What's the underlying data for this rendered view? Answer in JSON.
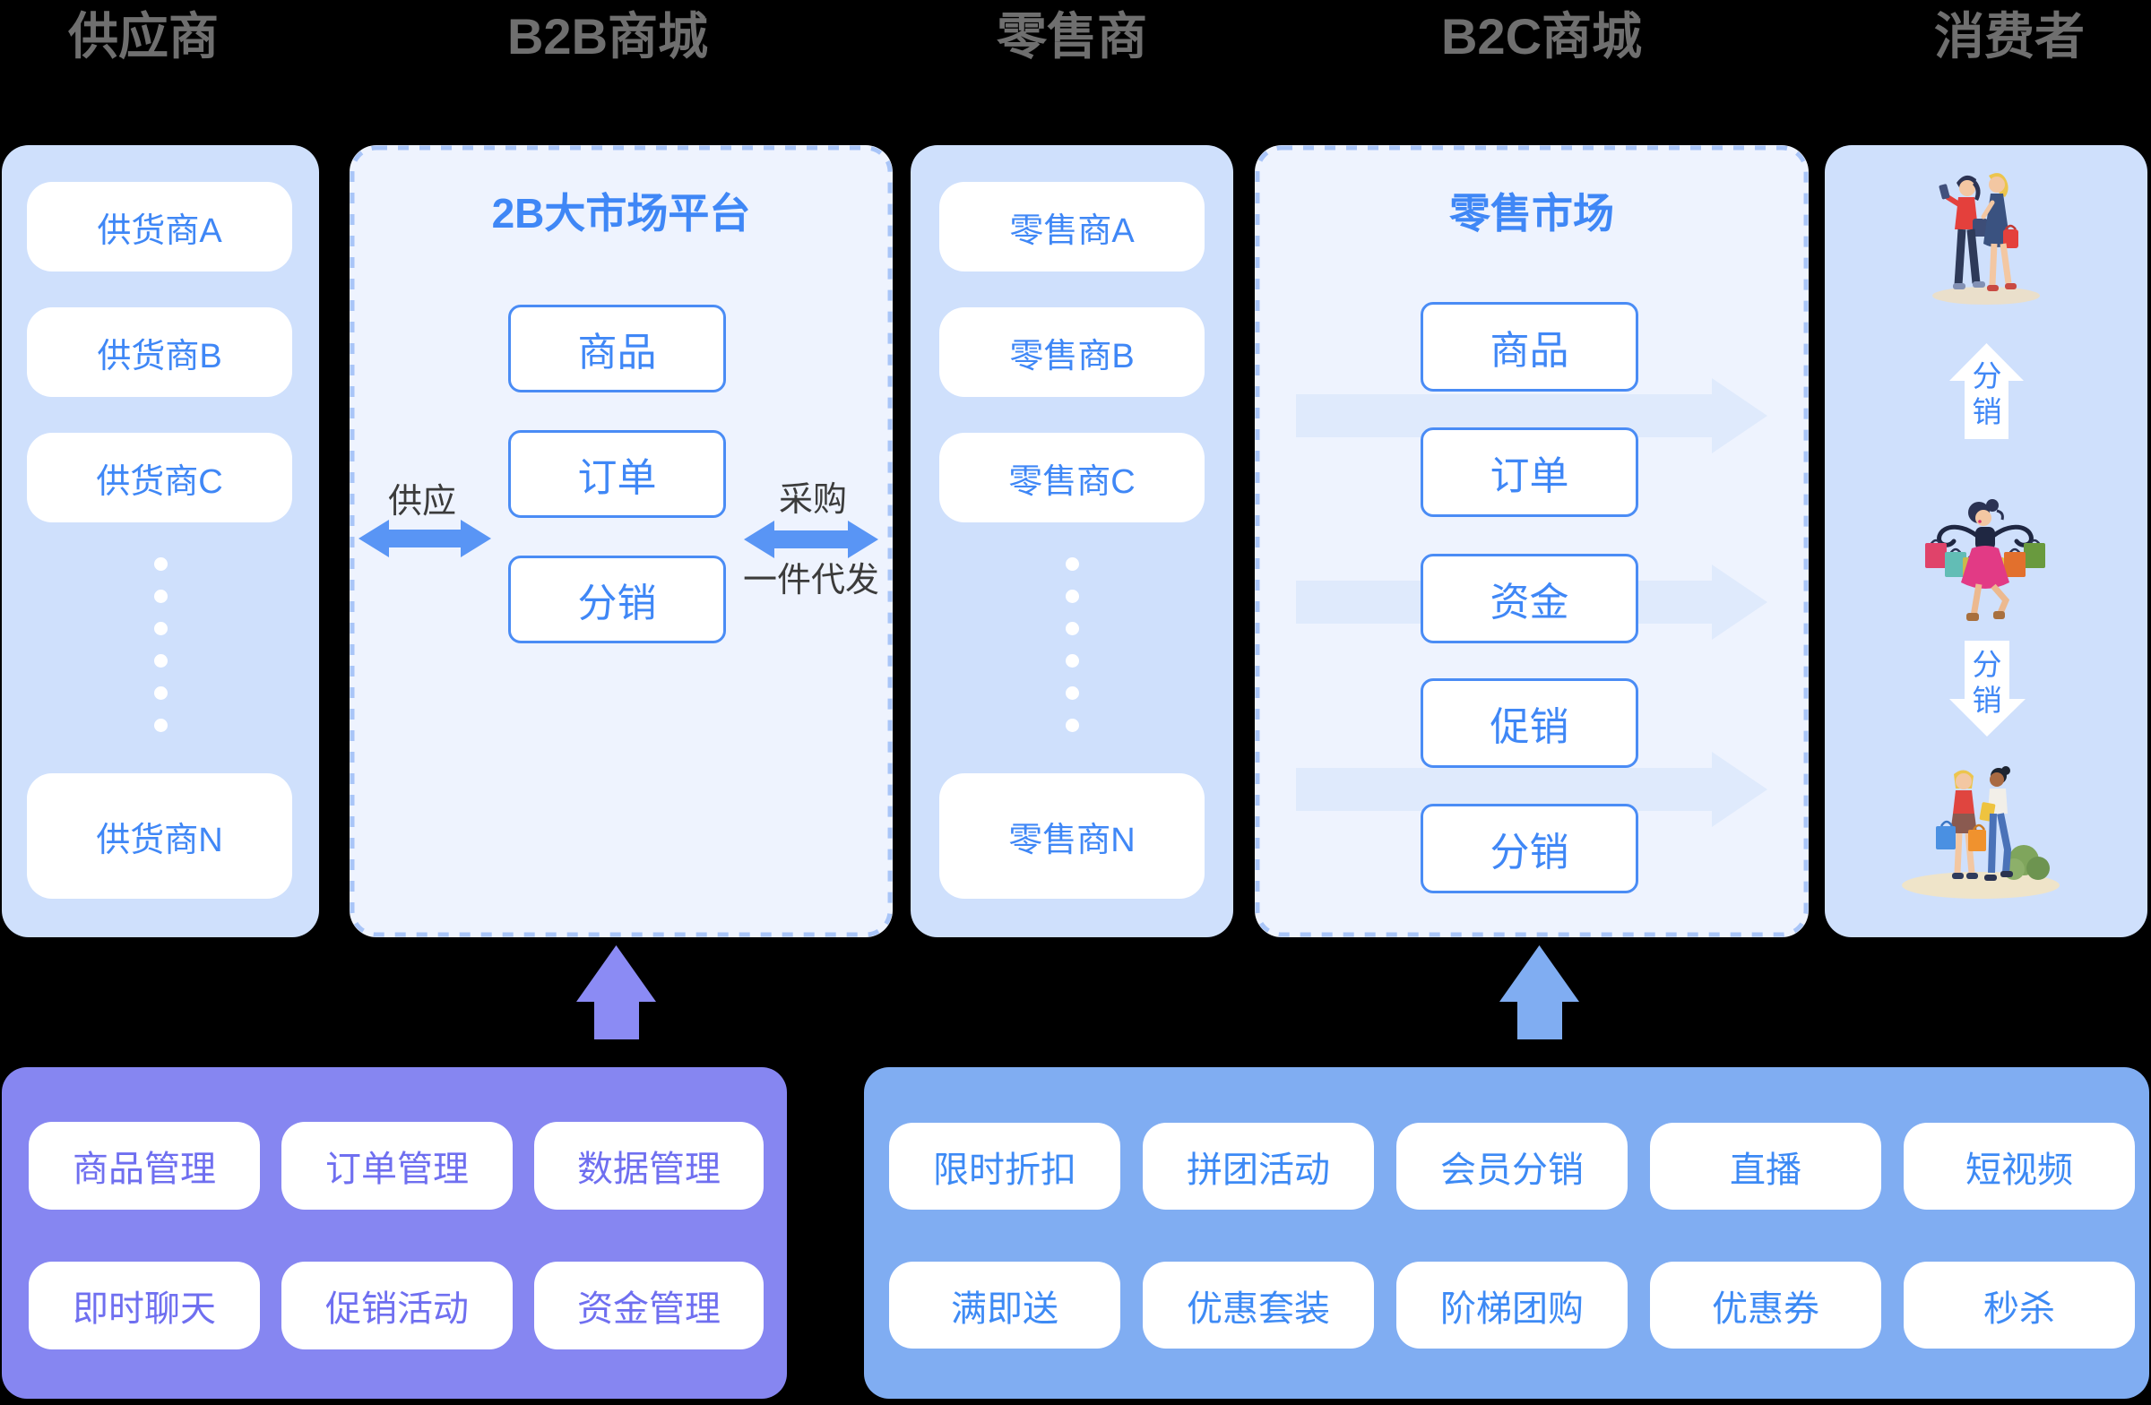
{
  "headers": {
    "supplier": "供应商",
    "b2b_mall": "B2B商城",
    "retailer": "零售商",
    "b2c_mall": "B2C商城",
    "consumer": "消费者"
  },
  "suppliers": {
    "items": [
      "供货商A",
      "供货商B",
      "供货商C"
    ],
    "last": "供货商N"
  },
  "b2b_platform": {
    "title": "2B大市场平台",
    "modules": [
      "商品",
      "订单",
      "分销"
    ],
    "supply_label": "供应",
    "purchase_label": "采购",
    "dropship_label": "一件代发"
  },
  "retailers": {
    "items": [
      "零售商A",
      "零售商B",
      "零售商C"
    ],
    "last": "零售商N"
  },
  "b2c_platform": {
    "title": "零售市场",
    "modules": [
      "商品",
      "订单",
      "资金",
      "促销",
      "分销"
    ]
  },
  "consumer_flow": {
    "up_arrow_chars": [
      "分",
      "销"
    ],
    "down_arrow_chars": [
      "分",
      "销"
    ]
  },
  "b2b_backend": {
    "buttons": [
      "商品管理",
      "订单管理",
      "数据管理",
      "即时聊天",
      "促销活动",
      "资金管理"
    ]
  },
  "b2c_backend": {
    "buttons": [
      "限时折扣",
      "拼团活动",
      "会员分销",
      "直播",
      "短视频",
      "满即送",
      "优惠套装",
      "阶梯团购",
      "优惠券",
      "秒杀"
    ]
  },
  "colors": {
    "page_bg": "#000000",
    "header_text": "#6f6f6f",
    "light_panel": "#cfe0fc",
    "dashed_panel_bg": "#eef3fe",
    "dashed_border": "#a9c5f8",
    "accent_blue": "#3f87f6",
    "module_border": "#4a8cf5",
    "solid_arrow": "#5995f5",
    "pale_arrow": "#dfeafc",
    "purple_panel": "#8686f1",
    "purple_text": "#6f6ff0",
    "purple_arrow": "#8b8bf4",
    "blue_panel": "#80adf2",
    "blue_text": "#3d8af5",
    "label_dark": "#3b3b3b"
  }
}
